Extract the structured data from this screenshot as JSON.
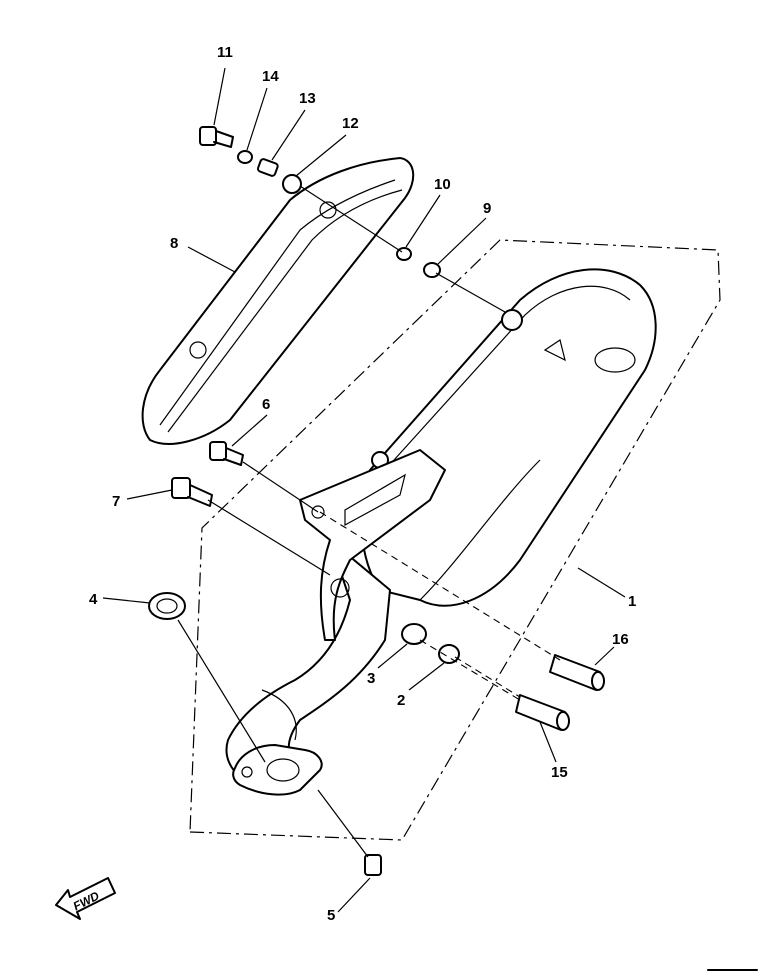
{
  "callouts": [
    "1",
    "2",
    "3",
    "4",
    "5",
    "6",
    "7",
    "8",
    "9",
    "10",
    "11",
    "12",
    "13",
    "14",
    "15",
    "16"
  ],
  "fwd_label": "FWD"
}
